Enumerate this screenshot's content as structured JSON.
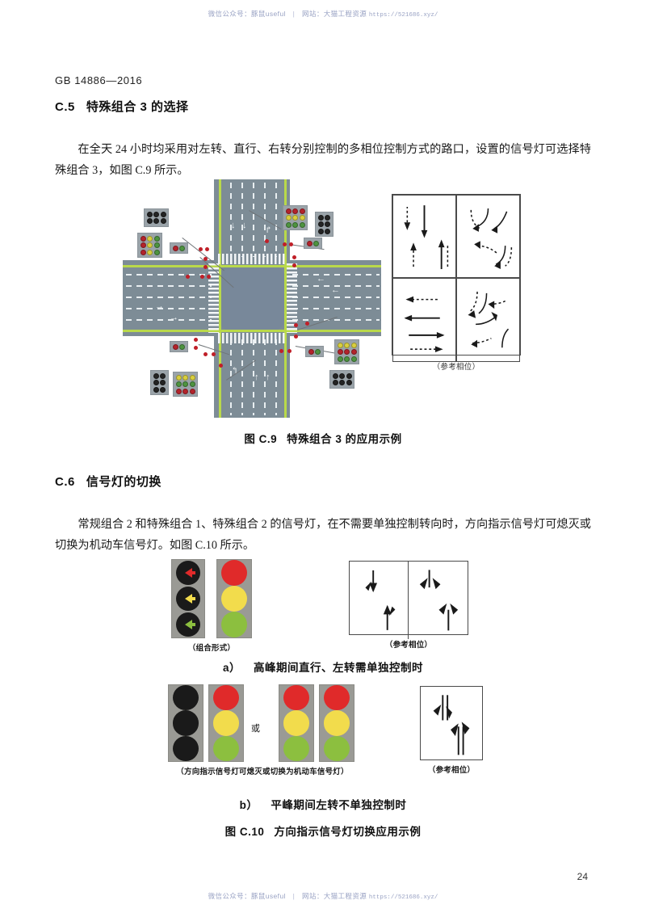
{
  "watermark": {
    "wechat": "微信公众号：豚鼠useful",
    "separator": "|",
    "site": "网站：大猫工程资源",
    "url": "https://521686.xyz/"
  },
  "document": {
    "standard_header": "GB 14886—2016",
    "page_number": "24"
  },
  "sections": [
    {
      "number": "C.5",
      "title": "特殊组合 3 的选择",
      "paragraph": "在全天 24 小时均采用对左转、直行、右转分别控制的多相位控制方式的路口，设置的信号灯可选择特殊组合 3，如图 C.9 所示。"
    },
    {
      "number": "C.6",
      "title": "信号灯的切换",
      "paragraph": "常规组合 2 和特殊组合 1、特殊组合 2 的信号灯，在不需要单独控制转向时，方向指示信号灯可熄灭或切换为机动车信号灯。如图 C.10 所示。"
    }
  ],
  "figure_c9": {
    "caption_number": "图 C.9",
    "caption_title": "特殊组合 3 的应用示例",
    "phase_note": "（参考相位）",
    "signal_clusters": [
      {
        "id": "nw-outer",
        "rows": 2,
        "cols": 3,
        "lamps": [
          "d",
          "d",
          "d",
          "d",
          "d",
          "d"
        ]
      },
      {
        "id": "w-upper",
        "rows": 3,
        "cols": 3,
        "lamps": [
          "r",
          "y",
          "g",
          "r",
          "y",
          "g",
          "r",
          "y",
          "g"
        ]
      },
      {
        "id": "w-small",
        "rows": 1,
        "cols": 2,
        "lamps": [
          "r",
          "g"
        ]
      },
      {
        "id": "ne-main",
        "rows": 3,
        "cols": 3,
        "lamps": [
          "r",
          "r",
          "r",
          "y",
          "y",
          "y",
          "g",
          "g",
          "g"
        ]
      },
      {
        "id": "ne-dark",
        "rows": 3,
        "cols": 2,
        "lamps": [
          "d",
          "d",
          "d",
          "d",
          "d",
          "d"
        ]
      },
      {
        "id": "e-small",
        "rows": 1,
        "cols": 2,
        "lamps": [
          "r",
          "g"
        ]
      },
      {
        "id": "se-main",
        "rows": 3,
        "cols": 3,
        "lamps": [
          "y",
          "y",
          "y",
          "r",
          "r",
          "r",
          "g",
          "g",
          "g"
        ]
      },
      {
        "id": "se-dark",
        "rows": 2,
        "cols": 3,
        "lamps": [
          "d",
          "d",
          "d",
          "d",
          "d",
          "d"
        ]
      },
      {
        "id": "s-small",
        "rows": 1,
        "cols": 2,
        "lamps": [
          "r",
          "g"
        ]
      },
      {
        "id": "sw-main",
        "rows": 3,
        "cols": 3,
        "lamps": [
          "y",
          "y",
          "y",
          "g",
          "g",
          "g",
          "r",
          "r",
          "r"
        ]
      },
      {
        "id": "sw-dark",
        "rows": 3,
        "cols": 2,
        "lamps": [
          "d",
          "d",
          "d",
          "d",
          "d",
          "d"
        ]
      }
    ]
  },
  "figure_c10": {
    "caption_number": "图 C.10",
    "caption_title": "方向指示信号灯切换应用示例",
    "sub_a": {
      "letter": "a）",
      "title": "高峰期间直行、左转需单独控制时",
      "combo_note": "（组合形式）",
      "phase_note": "（参考相位）",
      "heads": [
        {
          "id": "a-arrow-head",
          "type": "arrow",
          "bulbs": [
            "red",
            "yellow",
            "green"
          ]
        },
        {
          "id": "a-ball-head",
          "type": "ball",
          "bulbs": [
            "red",
            "yellow",
            "green"
          ]
        }
      ]
    },
    "sub_b": {
      "letter": "b）",
      "title": "平峰期间左转不单独控制时",
      "or_label": "或",
      "switch_note": "（方向指示信号灯可熄灭或切换为机动车信号灯）",
      "phase_note": "（参考相位）",
      "heads": [
        {
          "id": "b-head-1",
          "type": "ball",
          "bulbs": [
            "off",
            "off",
            "off"
          ]
        },
        {
          "id": "b-head-2",
          "type": "ball",
          "bulbs": [
            "red",
            "yellow",
            "green"
          ]
        },
        {
          "id": "b-head-3",
          "type": "ball",
          "bulbs": [
            "red",
            "yellow",
            "green"
          ]
        },
        {
          "id": "b-head-4",
          "type": "ball",
          "bulbs": [
            "red",
            "yellow",
            "green"
          ]
        }
      ]
    }
  }
}
